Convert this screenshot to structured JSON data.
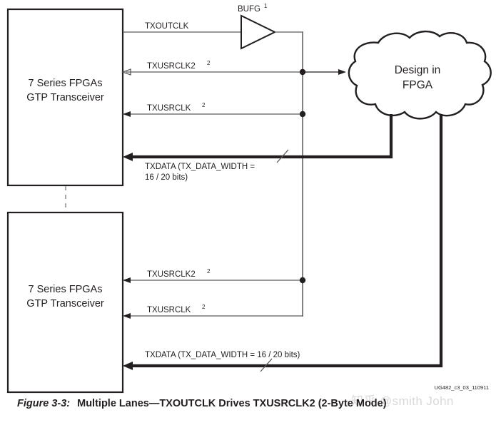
{
  "figure": {
    "number": "Figure 3-3:",
    "title": "Multiple Lanes—TXOUTCLK Drives TXUSRCLK2 (2-Byte Mode)",
    "doc_code": "UG482_c3_03_110911",
    "watermark": "知乎 @smith John"
  },
  "blocks": {
    "lane_top": {
      "line1": "7 Series FPGAs",
      "line2": "GTP Transceiver"
    },
    "lane_bottom": {
      "line1": "7 Series FPGAs",
      "line2": "GTP Transceiver"
    },
    "cloud": {
      "line1": "Design in",
      "line2": "FPGA"
    },
    "bufg": {
      "label": "BUFG",
      "superscript": "1"
    }
  },
  "signals": {
    "txoutclk": "TXOUTCLK",
    "txusrclk2_top": "TXUSRCLK2",
    "txusrclk2_top_sup": "2",
    "txusrclk_top": "TXUSRCLK",
    "txusrclk_top_sup": "2",
    "txdata_top_line1": "TXDATA (TX_DATA_WIDTH =",
    "txdata_top_line2": "16 / 20 bits)",
    "txusrclk2_bottom": "TXUSRCLK2",
    "txusrclk2_bottom_sup": "2",
    "txusrclk_bottom": "TXUSRCLK",
    "txusrclk_bottom_sup": "2",
    "txdata_bottom": "TXDATA (TX_DATA_WIDTH = 16 / 20 bits)"
  },
  "colors": {
    "outline": "#231f20",
    "signal_gray": "#58595b",
    "clock_bus_gray": "#808285",
    "dashed_gray": "#a7a9ac",
    "background": "#ffffff",
    "watermark": "#d9d9d9"
  }
}
